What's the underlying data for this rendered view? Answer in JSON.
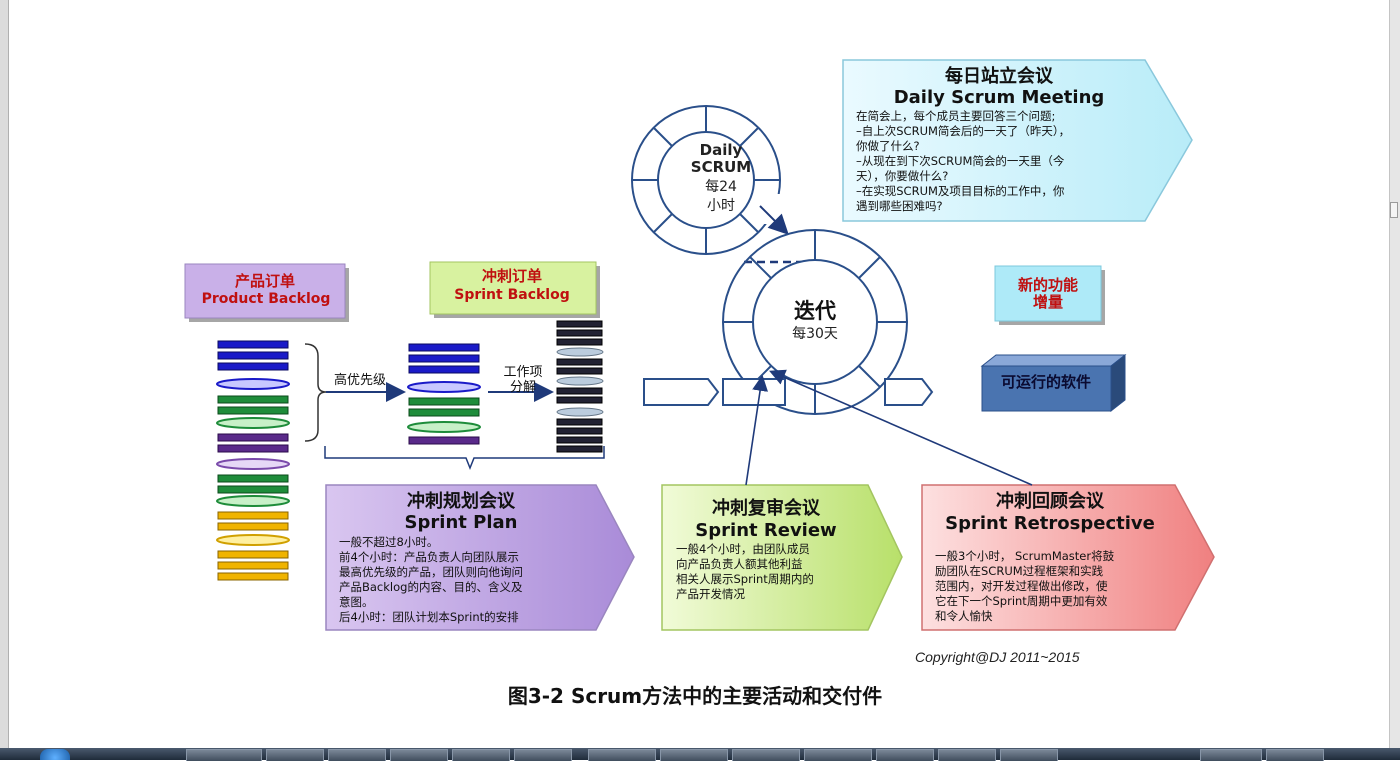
{
  "product_backlog": {
    "title_cn": "产品订单",
    "title_en": "Product Backlog"
  },
  "sprint_backlog": {
    "title_cn": "冲刺订单",
    "title_en": "Sprint Backlog"
  },
  "labels": {
    "high_priority": "高优先级",
    "work_item_1": "工作项",
    "work_item_2": "分解"
  },
  "daily_cycle": {
    "l1": "Daily",
    "l2": "SCRUM",
    "l3": "每24",
    "l4": "小时"
  },
  "sprint_cycle": {
    "l1": "迭代",
    "l2": "每30天"
  },
  "daily_meeting": {
    "title_cn": "每日站立会议",
    "title_en": "Daily Scrum Meeting",
    "lines": [
      "在简会上，每个成员主要回答三个问题;",
      "–自上次SCRUM简会后的一天了（昨天），",
      "你做了什么?",
      "–从现在到下次SCRUM简会的一天里（今",
      "天），你要做什么?",
      "–在实现SCRUM及项目目标的工作中，你",
      "遇到哪些困难吗?"
    ]
  },
  "increment": {
    "l1": "新的功能",
    "l2": "增量"
  },
  "software": {
    "label": "可运行的软件"
  },
  "sprint_plan": {
    "title_cn": "冲刺规划会议",
    "title_en": "Sprint Plan",
    "lines": [
      "一般不超过8小时。",
      "前4个小时：产品负责人向团队展示",
      "最高优先级的产品，团队则向他询问",
      "产品Backlog的内容、目的、含义及",
      "意图。",
      "后4小时：团队计划本Sprint的安排"
    ]
  },
  "sprint_review": {
    "title_cn": "冲刺复审会议",
    "title_en": "Sprint Review",
    "lines": [
      "一般4个小时，由团队成员",
      "向产品负责人额其他利益",
      "相关人展示Sprint周期内的",
      "产品开发情况"
    ]
  },
  "sprint_retro": {
    "title_cn": "冲刺回顾会议",
    "title_en": "Sprint Retrospective",
    "lines": [
      "一般3个小时， ScrumMaster将鼓",
      "励团队在SCRUM过程框架和实践",
      "范围内，对开发过程做出修改，使",
      "它在下一个Sprint周期中更加有效",
      "和令人愉快"
    ]
  },
  "copyright": "Copyright@DJ  2011~2015",
  "caption": "图3-2 Scrum方法中的主要活动和交付件",
  "colors": {
    "backlog_blue": "#1a1ac8",
    "backlog_green": "#1e8c3a",
    "backlog_purple": "#5a2a8a",
    "backlog_yellow": "#f0b400",
    "plan_bg": "#c9b8e6",
    "review_bg": "#cdeb8a",
    "retro_bg": "#f5a0a0",
    "daily_bg": "#d6f3fb",
    "increment_bg": "#aeeaf8",
    "software_bg": "#4a74b0"
  },
  "icons": [
    "cycle-segment-arc",
    "arrow-right-icon",
    "brace-icon"
  ]
}
